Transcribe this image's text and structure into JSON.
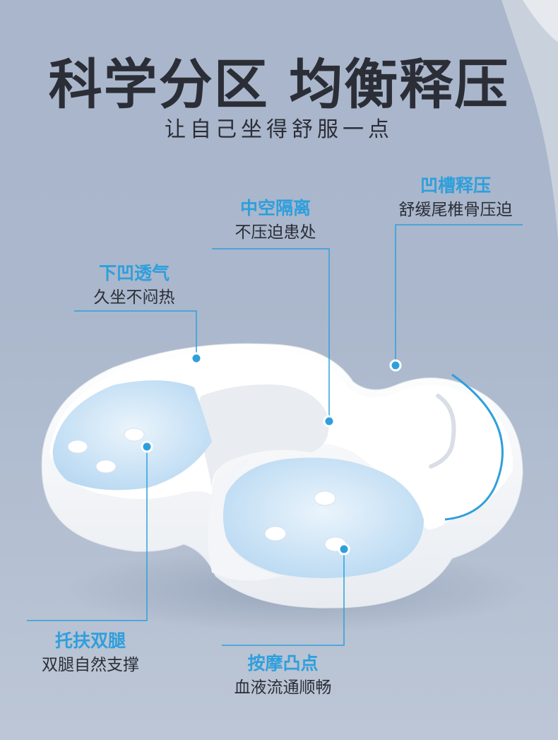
{
  "headline": "科学分区 均衡释压",
  "subheadline": "让自己坐得舒服一点",
  "callouts": {
    "groove": {
      "title": "凹槽释压",
      "desc": "舒缓尾椎骨压迫"
    },
    "hollow": {
      "title": "中空隔离",
      "desc": "不压迫患处"
    },
    "vent": {
      "title": "下凹透气",
      "desc": "久坐不闷热"
    },
    "leg": {
      "title": "托扶双腿",
      "desc": "双腿自然支撑"
    },
    "massage": {
      "title": "按摩凸点",
      "desc": "血液流通顺畅"
    }
  },
  "colors": {
    "accent": "#2f9fdc",
    "text": "#2b2e36",
    "background": "#aab7cc"
  }
}
